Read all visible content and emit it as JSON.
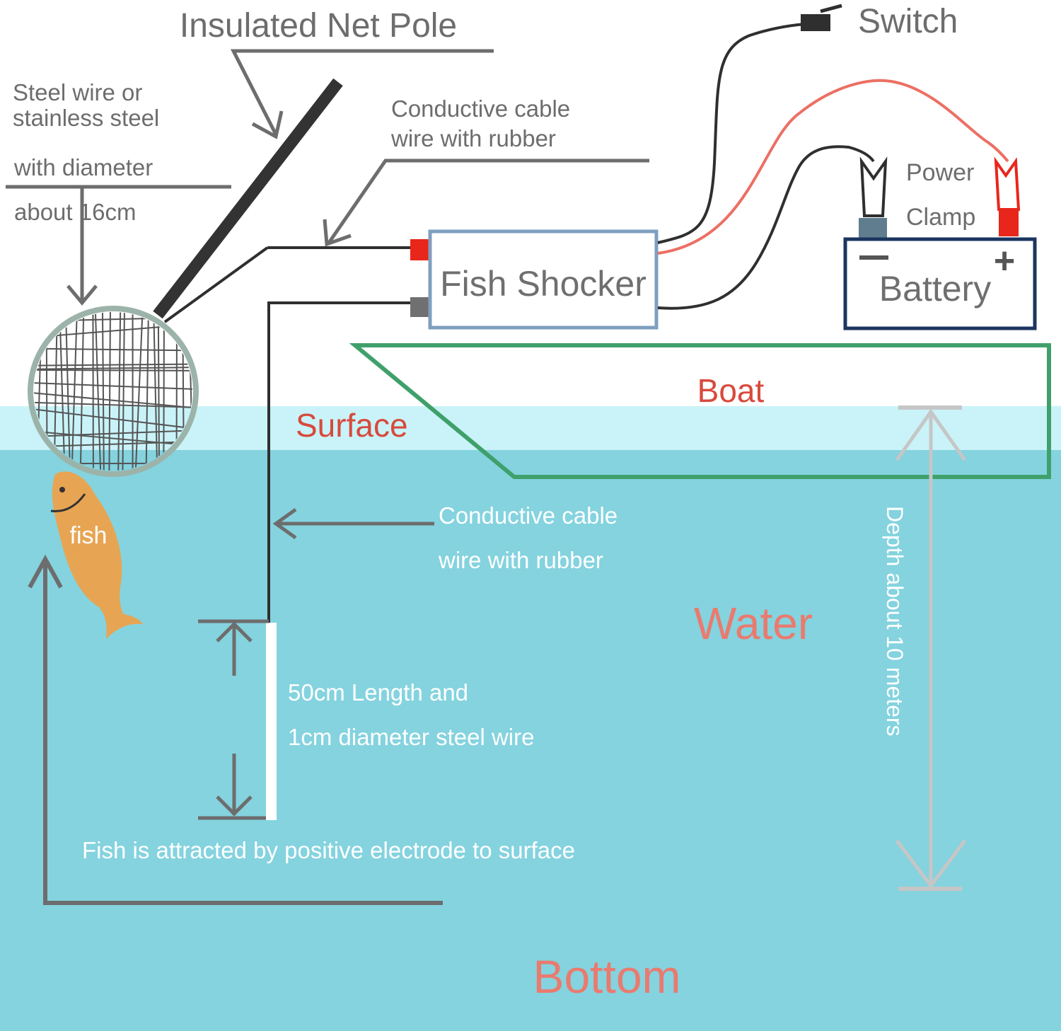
{
  "labels": {
    "net_pole": "Insulated Net Pole",
    "steel_wire_line1": "Steel wire or",
    "steel_wire_line2": "stainless steel",
    "diameter_line1": "with diameter",
    "diameter_line2": "about 16cm",
    "cable_top_line1": "Conductive cable",
    "cable_top_line2": "wire with rubber",
    "switch": "Switch",
    "power": "Power",
    "clamp": "Clamp",
    "fish_shocker": "Fish Shocker",
    "battery": "Battery",
    "battery_minus": "−",
    "battery_plus": "+",
    "boat": "Boat",
    "surface": "Surface",
    "fish": "fish",
    "cable_bottom_line1": "Conductive cable",
    "cable_bottom_line2": "wire with rubber",
    "water": "Water",
    "depth": "Depth about 10 meters",
    "electrode_line1": "50cm Length and",
    "electrode_line2": "1cm diameter steel wire",
    "attracted": "Fish is attracted by positive electrode to surface",
    "bottom": "Bottom"
  },
  "colors": {
    "water": "#84d3df",
    "surface_band": "#c9f3f8",
    "annotation_gray": "#6d6d6d",
    "wire_black": "#2f2f2f",
    "wire_red": "#ec6f63",
    "boat_green": "#3fa06b",
    "shocker_border": "#7f9fc0",
    "battery_border": "#1c3560",
    "label_red": "#d84a3d",
    "label_coral": "#ea7a6e",
    "fish_orange": "#e7a553",
    "depth_gray": "#c6c6c6",
    "terminal_red": "#e8261c",
    "terminal_gray": "#707070",
    "clamp_blue_gray": "#5f7d8e"
  }
}
